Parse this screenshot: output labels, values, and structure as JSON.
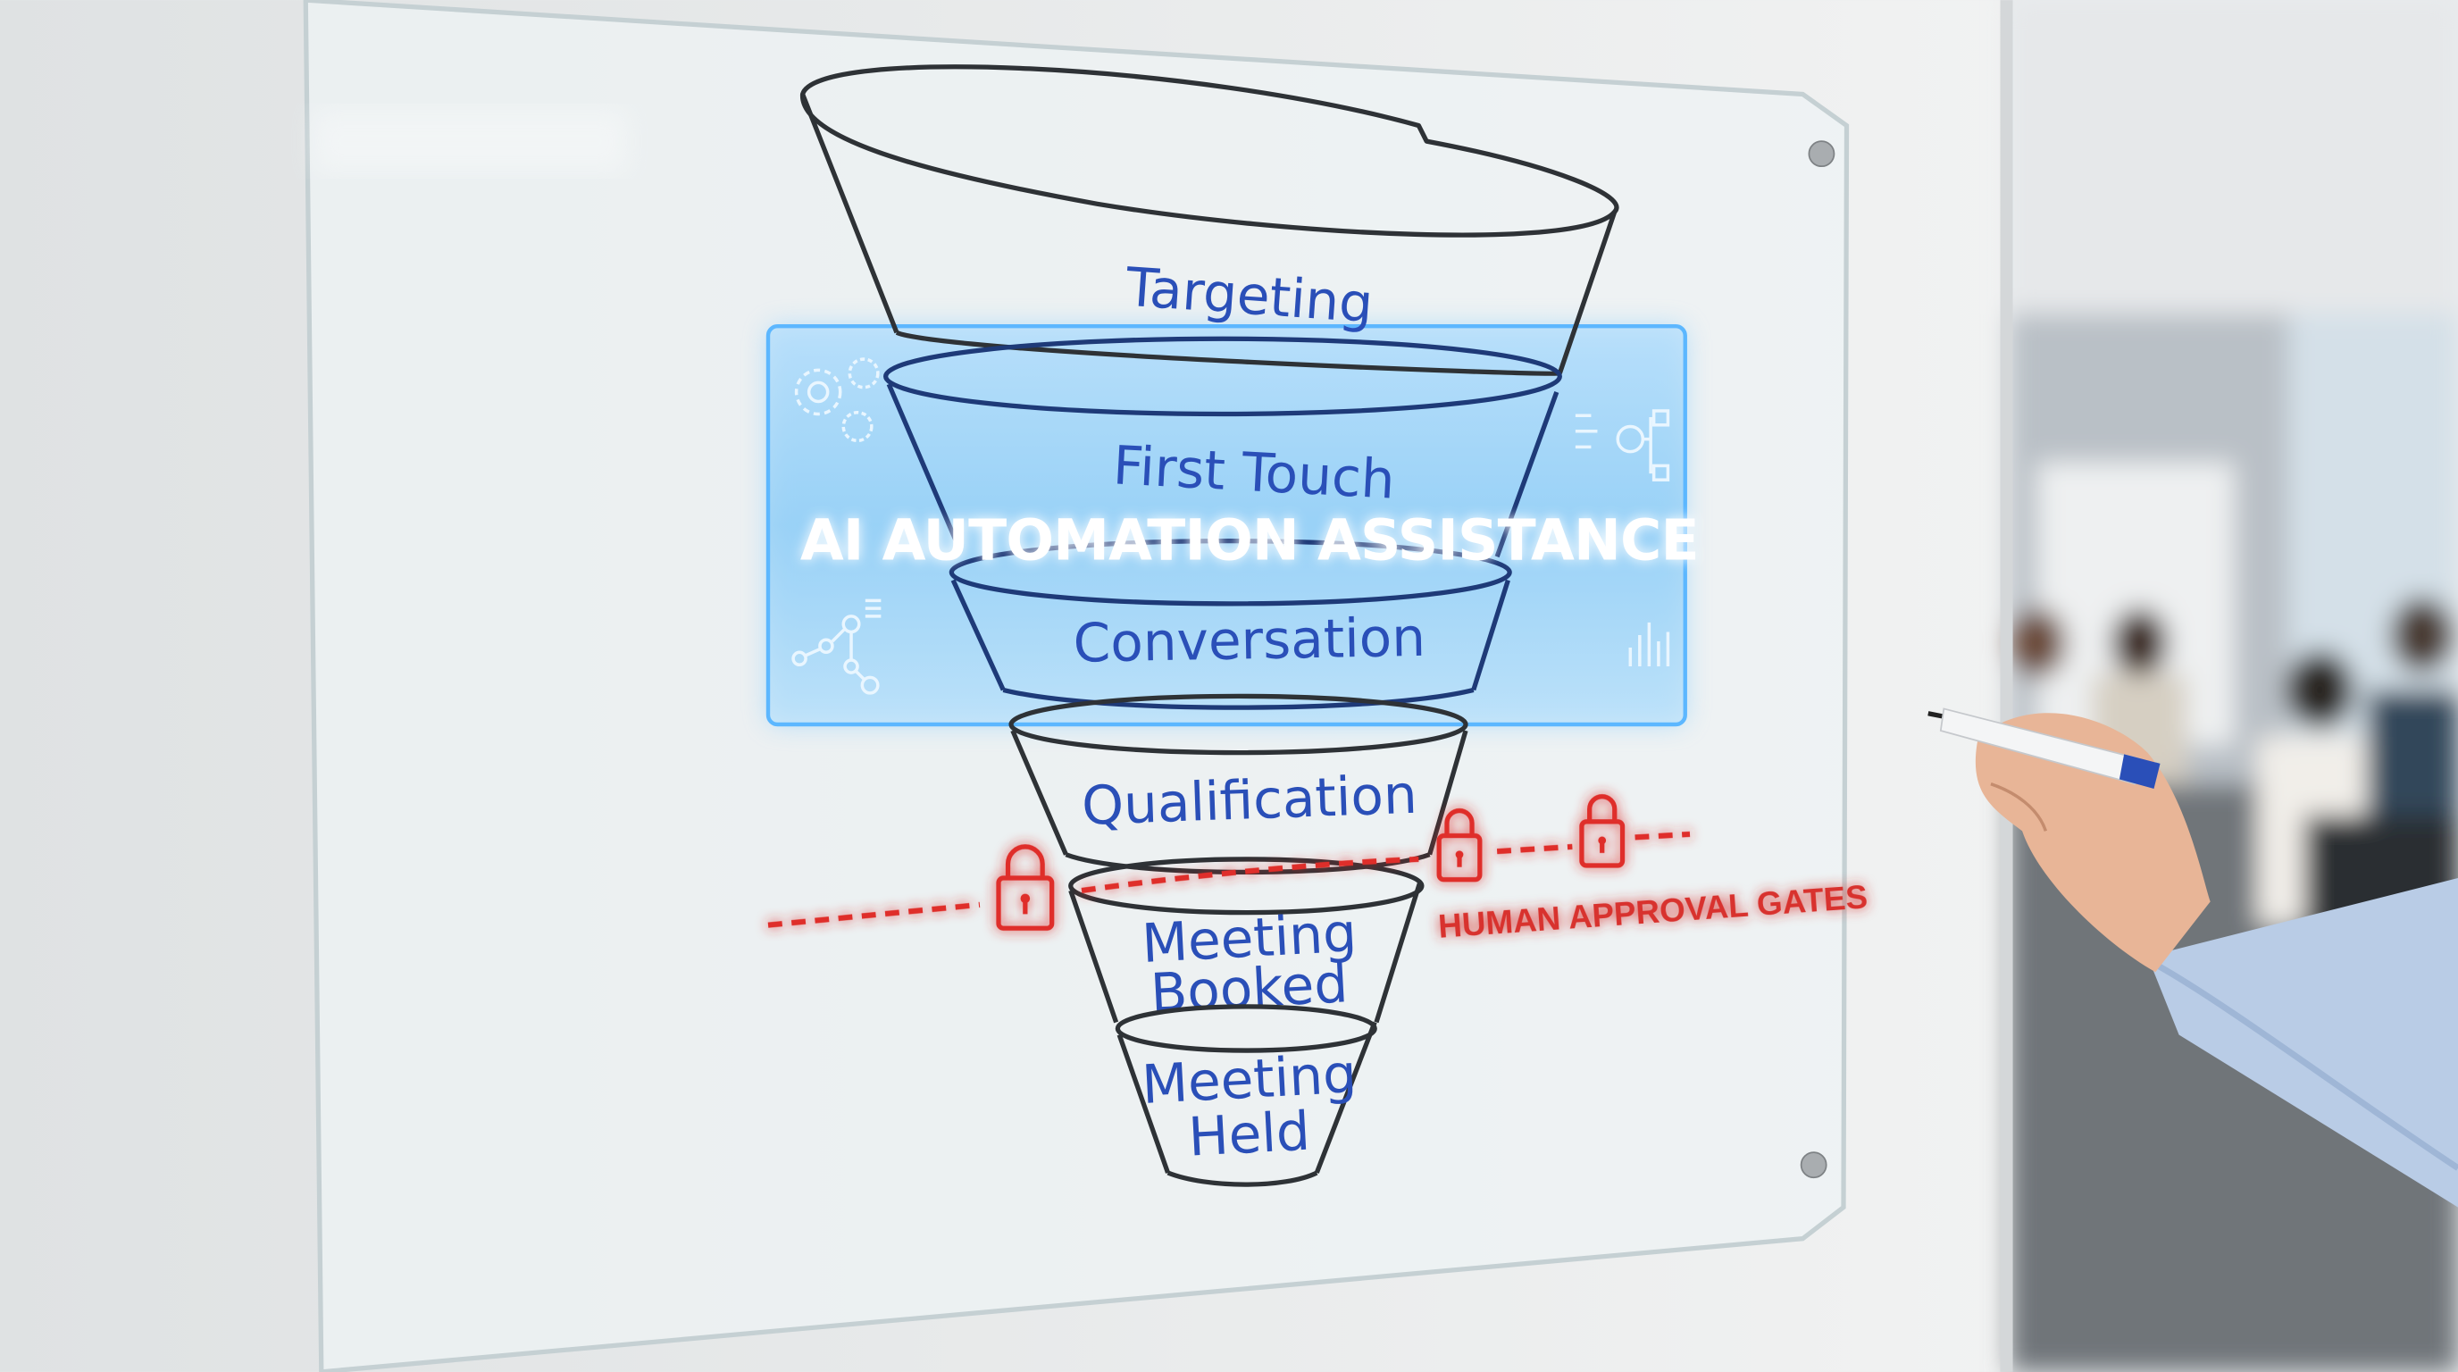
{
  "funnel": {
    "stages": [
      {
        "label": "Targeting"
      },
      {
        "label": "First Touch"
      },
      {
        "label": "Conversation"
      },
      {
        "label": "Qualification"
      },
      {
        "label_line1": "Meeting",
        "label_line2": "Booked"
      },
      {
        "label_line1": "Meeting",
        "label_line2": "Held"
      }
    ]
  },
  "ai_band": {
    "title": "AI AUTOMATION ASSISTANCE",
    "color": "#7cc8ff",
    "icons": [
      "gears-icon",
      "workflow-icon",
      "network-nodes-icon",
      "bar-chart-icon"
    ]
  },
  "gates": {
    "label": "HUMAN APPROVAL GATES",
    "color": "#df2e2a",
    "lock_count": 3
  },
  "colors": {
    "marker_blue": "#2a4fb8",
    "ink": "#2e3236",
    "wall": "#e9ecee"
  }
}
